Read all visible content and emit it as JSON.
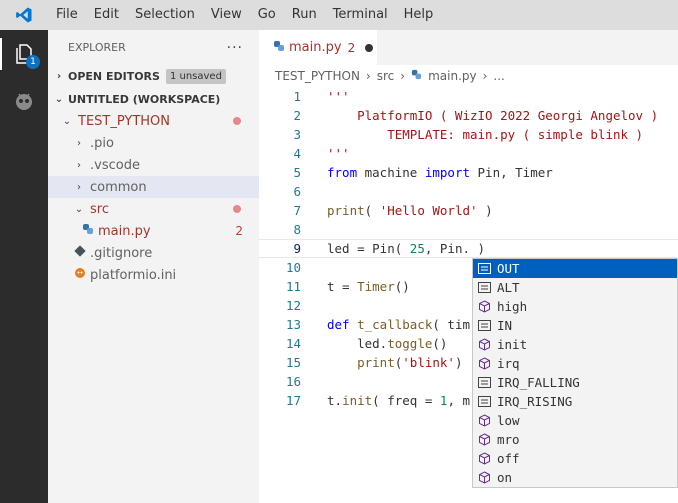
{
  "menu": [
    "File",
    "Edit",
    "Selection",
    "View",
    "Go",
    "Run",
    "Terminal",
    "Help"
  ],
  "activity": {
    "badge": "1"
  },
  "sidebar": {
    "title": "EXPLORER",
    "more": "···",
    "open_editors": "OPEN EDITORS",
    "unsaved": "1 unsaved",
    "workspace": "UNTITLED (WORKSPACE)",
    "project": "TEST_PYTHON",
    "items": [
      {
        "label": ".pio"
      },
      {
        "label": ".vscode"
      },
      {
        "label": "common"
      },
      {
        "label": "src"
      },
      {
        "label": "main.py",
        "count": "2"
      },
      {
        "label": ".gitignore"
      },
      {
        "label": "platformio.ini"
      }
    ]
  },
  "tab": {
    "name": "main.py",
    "problems": "2"
  },
  "breadcrumb": [
    "TEST_PYTHON",
    "src",
    "main.py",
    "..."
  ],
  "code": {
    "line_numbers": [
      "1",
      "2",
      "3",
      "4",
      "5",
      "6",
      "7",
      "8",
      "9",
      "10",
      "11",
      "12",
      "13",
      "14",
      "15",
      "16",
      "17"
    ],
    "l1": "'''",
    "l2": "    PlatformIO ( WizIO 2022 Georgi Angelov )",
    "l3": "        TEMPLATE: main.py ( simple blink )",
    "l4": "'''",
    "l5a": "from",
    "l5b": " machine ",
    "l5c": "import",
    "l5d": " Pin, Timer",
    "l7a": "print",
    "l7b": "( ",
    "l7c": "'Hello World'",
    "l7d": " )",
    "l9a": "led = Pin( ",
    "l9b": "25",
    "l9c": ", Pin. )",
    "l11a": "t = ",
    "l11b": "Timer",
    "l11c": "()",
    "l13a": "def",
    "l13b": " t_callback",
    "l13c": "( tim",
    "l14a": "    led.",
    "l14b": "toggle",
    "l14c": "()",
    "l15a": "    ",
    "l15b": "print",
    "l15c": "(",
    "l15d": "'blink'",
    "l15e": ")",
    "l17a": "t.",
    "l17b": "init",
    "l17c": "( freq = ",
    "l17d": "1",
    "l17e": ", m"
  },
  "suggestions": [
    {
      "label": "OUT",
      "icon": "field-icon"
    },
    {
      "label": "ALT",
      "icon": "field-icon"
    },
    {
      "label": "high",
      "icon": "method-icon"
    },
    {
      "label": "IN",
      "icon": "field-icon"
    },
    {
      "label": "init",
      "icon": "method-icon"
    },
    {
      "label": "irq",
      "icon": "method-icon"
    },
    {
      "label": "IRQ_FALLING",
      "icon": "field-icon"
    },
    {
      "label": "IRQ_RISING",
      "icon": "field-icon"
    },
    {
      "label": "low",
      "icon": "method-icon"
    },
    {
      "label": "mro",
      "icon": "method-icon"
    },
    {
      "label": "off",
      "icon": "method-icon"
    },
    {
      "label": "on",
      "icon": "method-icon"
    }
  ]
}
